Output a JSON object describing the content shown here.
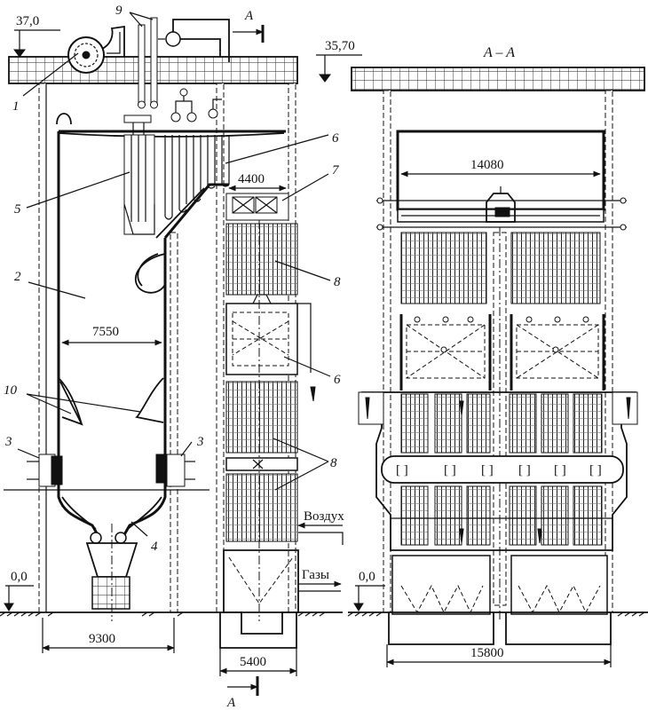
{
  "elevations": {
    "top_left": "37,0",
    "top_right": "35,70",
    "ground_left": "0,0",
    "ground_right": "0,0"
  },
  "dimensions": {
    "furnace_width": "7550",
    "convective_width": "4400",
    "base_left": "9300",
    "base_mid": "5400",
    "top_right": "14080",
    "base_right": "15800"
  },
  "section": {
    "marker": "A",
    "title": "A – A"
  },
  "callouts": {
    "c1": "1",
    "c2": "2",
    "c3a": "3",
    "c3b": "3",
    "c4": "4",
    "c5": "5",
    "c6a": "6",
    "c6b": "6",
    "c7": "7",
    "c8a": "8",
    "c8b": "8",
    "c9": "9",
    "c10": "10"
  },
  "flows": {
    "air": "Воздух",
    "gas": "Газы"
  }
}
